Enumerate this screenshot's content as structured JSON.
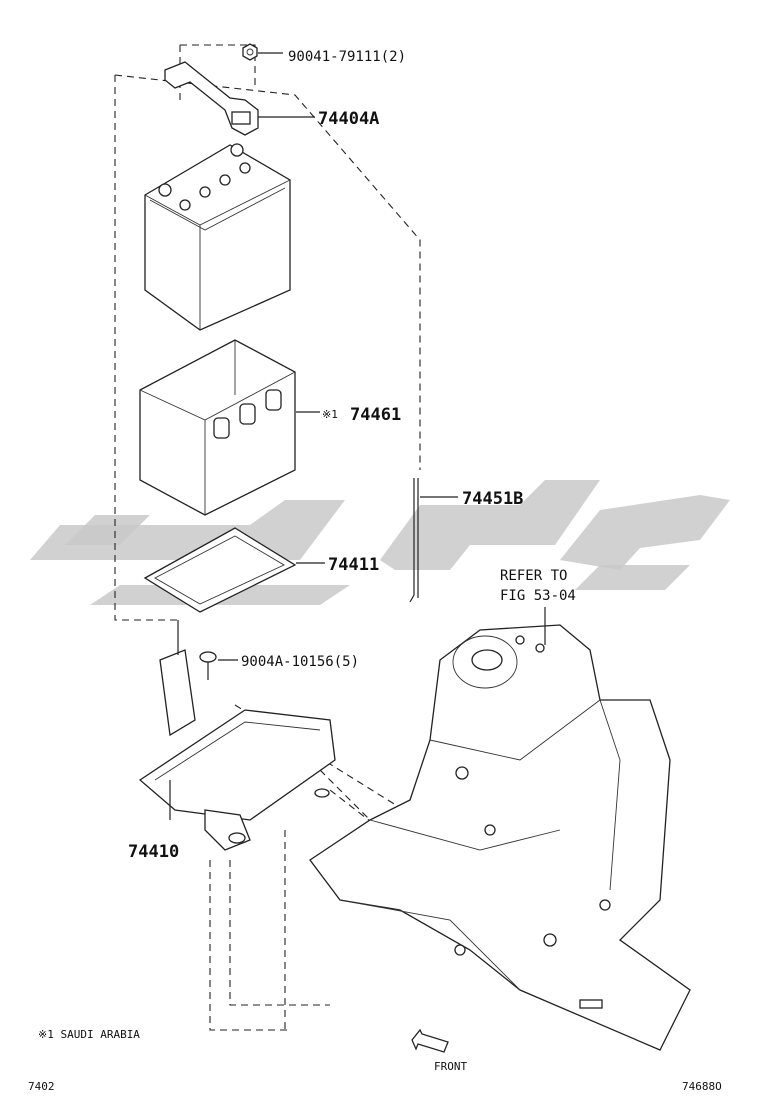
{
  "labels": {
    "nut": "90041-79111(2)",
    "clamp": "74404A",
    "tray_cover": "74461",
    "tray_cover_note": "※1",
    "rod": "74451B",
    "insulator": "74411",
    "refer_line1": "REFER TO",
    "refer_line2": "FIG 53-04",
    "bolt": "9004A-10156(5)",
    "carrier": "74410",
    "footnote": "※1 SAUDI ARABIA",
    "front": "FRONT",
    "page_left": "7402",
    "page_right": "74688O"
  },
  "watermark": {
    "color": "#c9c9c9"
  }
}
